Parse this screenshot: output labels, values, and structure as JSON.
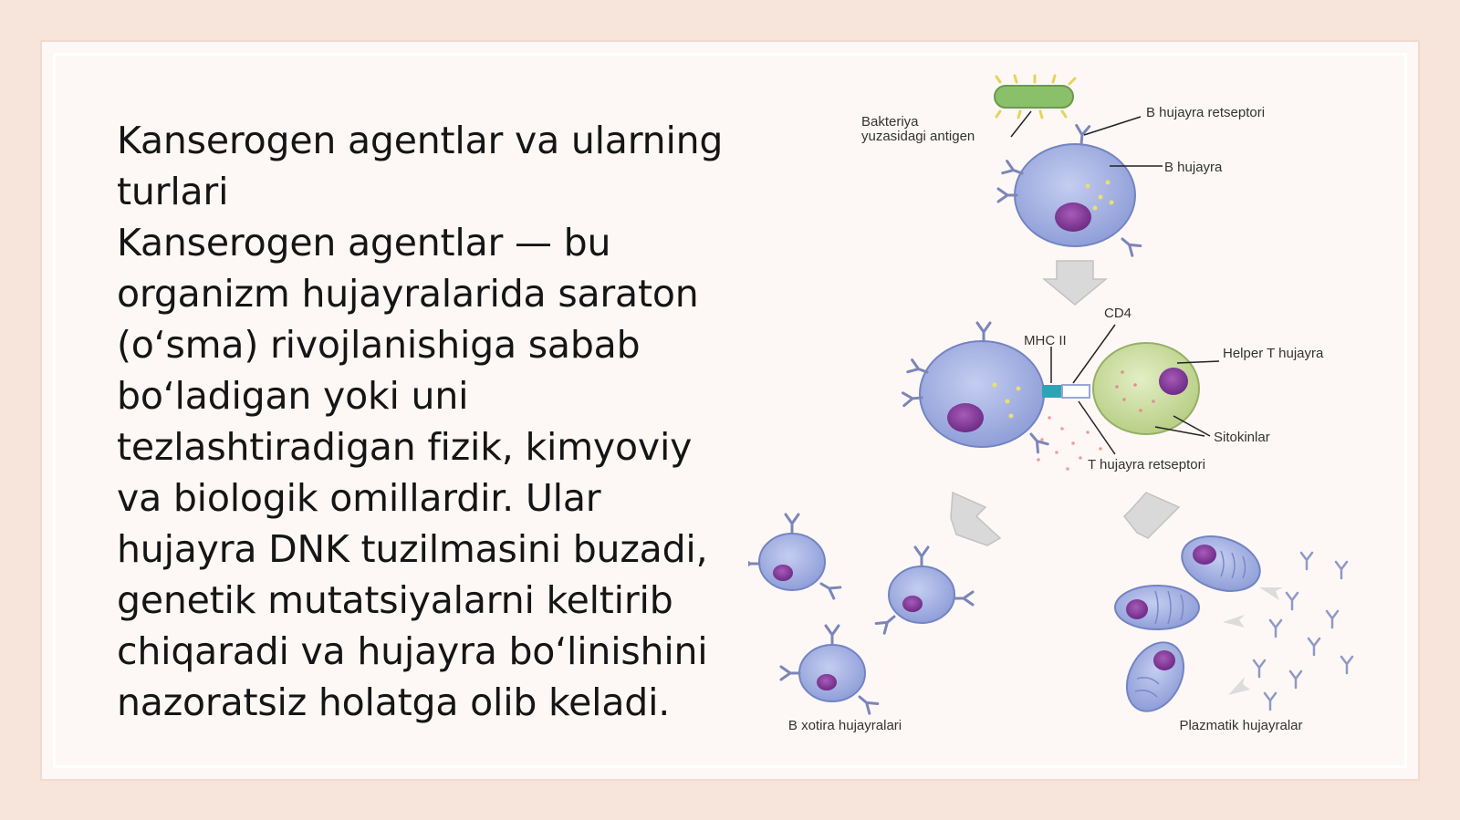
{
  "text": {
    "title_line": "Kanserogen agentlar va ularning turlari",
    "paragraph": "Kanserogen agentlar — bu organizm hujayralarida saraton (oʻsma) rivojlanishiga sabab boʻladigan yoki uni tezlashtiradigan fizik, kimyoviy va biologik omillardir. Ular hujayra DNK tuzilmasini buzadi, genetik mutatsiyalarni keltirib chiqaradi va hujayra boʻlinishini nazoratsiz holatga olib keladi."
  },
  "diagram": {
    "labels": {
      "antigen_line1": "Bakteriya",
      "antigen_line2": "yuzasidagi antigen",
      "b_receptor": "B hujayra retseptori",
      "b_cell": "B hujayra",
      "cd4": "CD4",
      "mhc": "MHC II",
      "helper_t": "Helper T hujayra",
      "cytokines": "Sitokinlar",
      "t_receptor": "T hujayra retseptori",
      "memory_cells": "B xotira hujayralari",
      "plasma_cells": "Plazmatik hujayralar"
    }
  },
  "colors": {
    "background": "#f7e4da",
    "slide": "#fdf8f6",
    "b_cell": "#aab6e4",
    "nucleus": "#8a3f9c",
    "helper_t": "#cfe0a8",
    "bacterium": "#8bc06a",
    "arrow": "#d9d9d9"
  }
}
